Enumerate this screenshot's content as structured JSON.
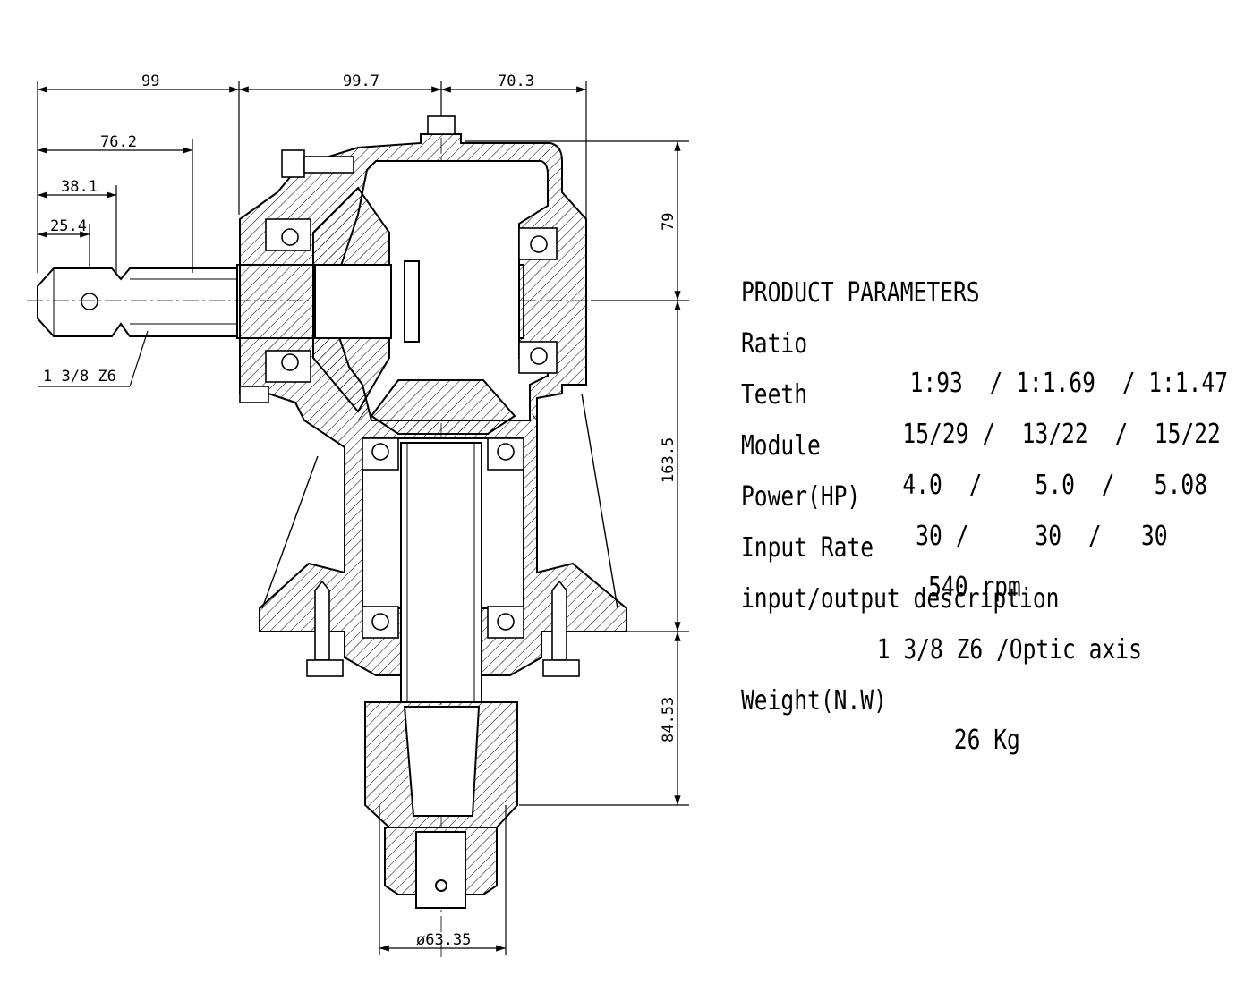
{
  "dimensions": {
    "d99": "99",
    "d99_7": "99.7",
    "d70_3": "70.3",
    "d76_2": "76.2",
    "d38_1": "38.1",
    "d25_4": "25.4",
    "d79": "79",
    "d163_5": "163.5",
    "d84_53": "84.53",
    "dia63_35": "ø63.35",
    "spline_note": "1  3/8 Z6"
  },
  "parameters": {
    "title": "PRODUCT PARAMETERS",
    "ratio_label": "Ratio",
    "ratio_value": "1:93  / 1:1.69  / 1:1.47",
    "teeth_label": "Teeth",
    "teeth_value": "15/29 /  13/22  /  15/22",
    "module_label": "Module",
    "module_value": "4.0  /    5.0  /   5.08",
    "power_label": "Power(HP)",
    "power_value": "30 /     30  /   30",
    "input_rate_label": "Input Rate",
    "input_rate_value": "540 rpm",
    "io_label": "input/output description",
    "io_value": "1 3/8 Z6 /Optic axis",
    "weight_label": "Weight(N.W)",
    "weight_value": "26 Kg"
  }
}
